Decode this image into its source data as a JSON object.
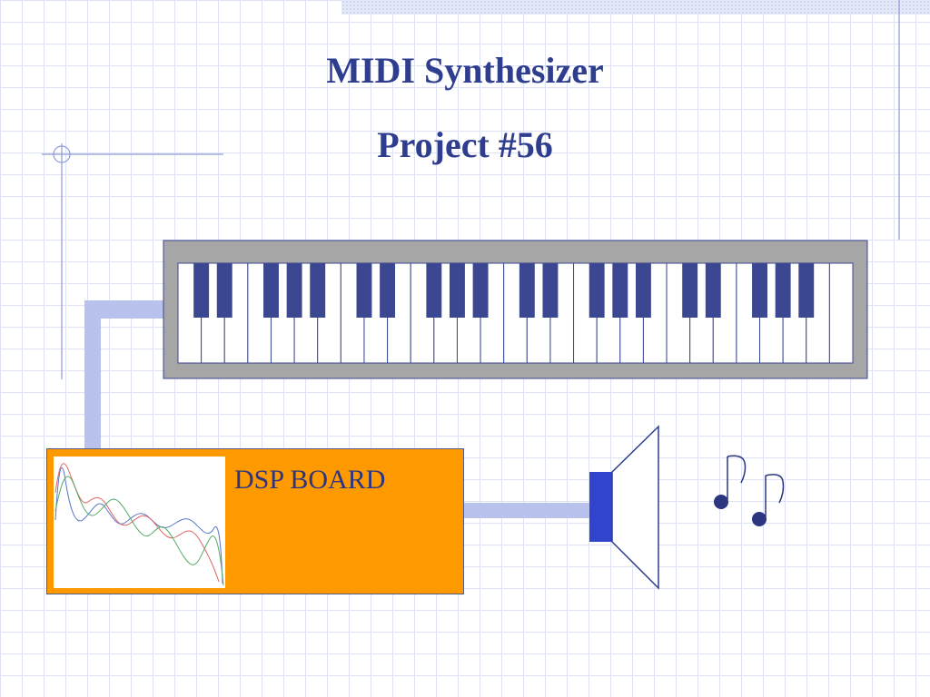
{
  "slide": {
    "title": "MIDI Synthesizer",
    "subtitle": "Project #56"
  },
  "dsp_board": {
    "label": "DSP BOARD",
    "color": "#ff9900"
  },
  "colors": {
    "accent_blue": "#2f3d8f",
    "black_key": "#3b4790",
    "cable": "#b8c2ec",
    "speaker_magnet": "#3344cc"
  },
  "icons": [
    "keyboard-icon",
    "speaker-icon",
    "music-notes-icon",
    "waveform-icon"
  ]
}
